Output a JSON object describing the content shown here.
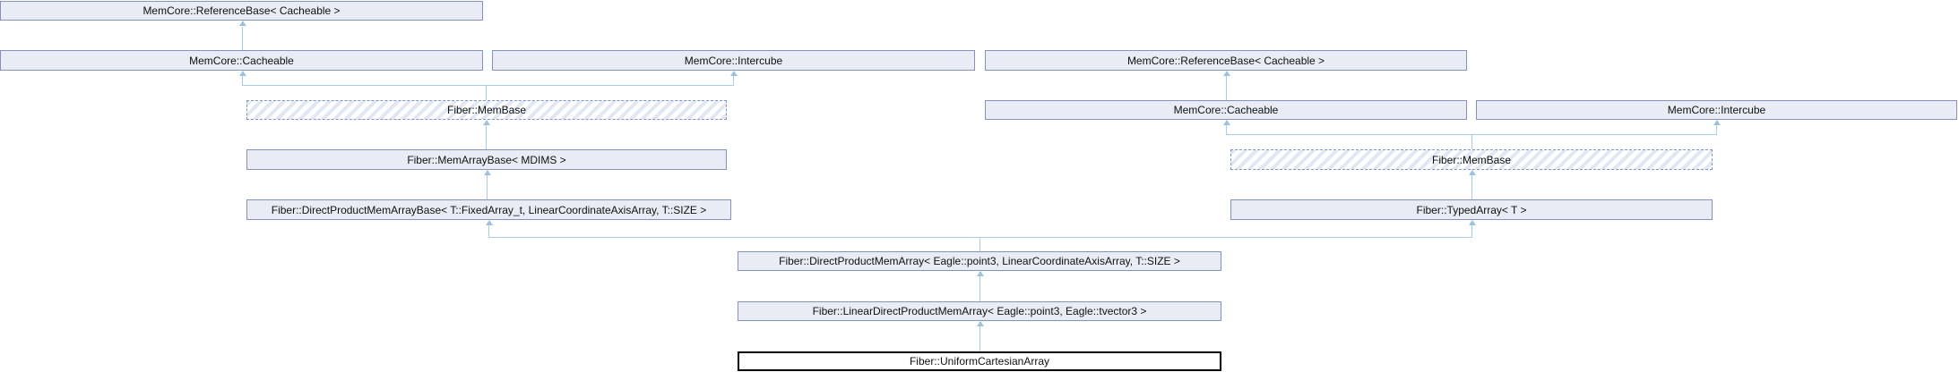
{
  "diagram": {
    "type": "class-inheritance",
    "current_class": "Fiber::UniformCartesianArray",
    "colors": {
      "background": "#ffffff",
      "node_fill": "#e9ecf5",
      "node_border": "#8592bf",
      "hatch_stripe": "#e3e7f3",
      "hatch_border": "#7e96c8",
      "edge_line": "#a9cde9",
      "text": "#111111",
      "current_node_border": "#000000"
    },
    "nodes": [
      {
        "id": "ref-base-left",
        "label": "MemCore::ReferenceBase< Cacheable >",
        "style": "solid"
      },
      {
        "id": "cacheable-left",
        "label": "MemCore::Cacheable",
        "style": "solid"
      },
      {
        "id": "intercube-mid",
        "label": "MemCore::Intercube",
        "style": "solid"
      },
      {
        "id": "membase-left",
        "label": "Fiber::MemBase",
        "style": "hatched"
      },
      {
        "id": "ref-base-right",
        "label": "MemCore::ReferenceBase< Cacheable >",
        "style": "solid"
      },
      {
        "id": "cacheable-right",
        "label": "MemCore::Cacheable",
        "style": "solid"
      },
      {
        "id": "intercube-right",
        "label": "MemCore::Intercube",
        "style": "solid"
      },
      {
        "id": "memarraybase",
        "label": "Fiber::MemArrayBase< MDIMS >",
        "style": "solid"
      },
      {
        "id": "membase-right",
        "label": "Fiber::MemBase",
        "style": "hatched"
      },
      {
        "id": "dpmab",
        "label": "Fiber::DirectProductMemArrayBase< T::FixedArray_t, LinearCoordinateAxisArray, T::SIZE >",
        "style": "solid"
      },
      {
        "id": "typedarray",
        "label": "Fiber::TypedArray< T >",
        "style": "solid"
      },
      {
        "id": "dpma",
        "label": "Fiber::DirectProductMemArray< Eagle::point3, LinearCoordinateAxisArray, T::SIZE >",
        "style": "solid"
      },
      {
        "id": "ldpma",
        "label": "Fiber::LinearDirectProductMemArray< Eagle::point3, Eagle::tvector3 >",
        "style": "solid"
      },
      {
        "id": "uca",
        "label": "Fiber::UniformCartesianArray",
        "style": "current"
      }
    ],
    "edges": [
      {
        "from": "cacheable-left",
        "to": "ref-base-left"
      },
      {
        "from": "membase-left",
        "to": "cacheable-left"
      },
      {
        "from": "membase-left",
        "to": "intercube-mid"
      },
      {
        "from": "memarraybase",
        "to": "membase-left"
      },
      {
        "from": "dpmab",
        "to": "memarraybase"
      },
      {
        "from": "cacheable-right",
        "to": "ref-base-right"
      },
      {
        "from": "membase-right",
        "to": "cacheable-right"
      },
      {
        "from": "membase-right",
        "to": "intercube-right"
      },
      {
        "from": "typedarray",
        "to": "membase-right"
      },
      {
        "from": "dpma",
        "to": "dpmab"
      },
      {
        "from": "dpma",
        "to": "typedarray"
      },
      {
        "from": "ldpma",
        "to": "dpma"
      },
      {
        "from": "uca",
        "to": "ldpma"
      }
    ]
  }
}
